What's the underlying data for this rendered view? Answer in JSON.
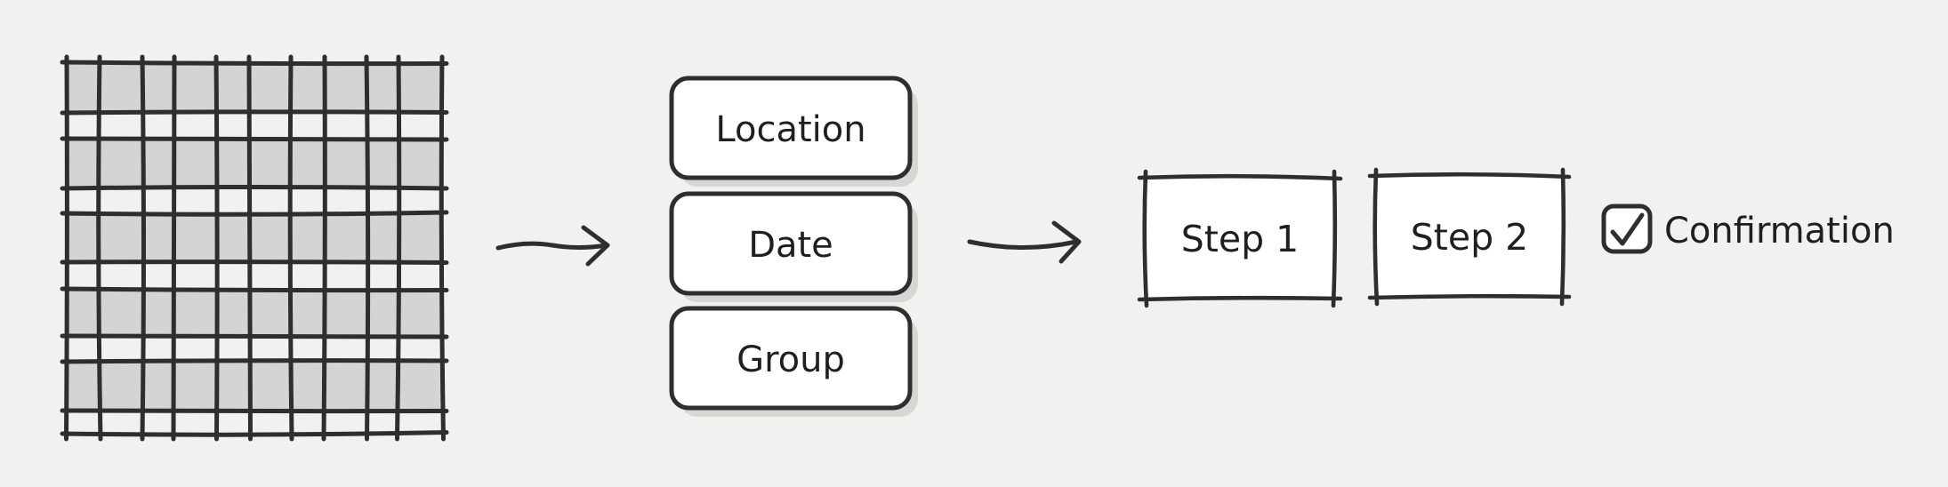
{
  "colors": {
    "background": "#f1f1ef",
    "stroke": "#2e2e2e",
    "text": "#1f1f1f",
    "grid_cell_fill": "#d4d4d4",
    "shape_fill": "#ffffff",
    "button_shadow": "#d6d6d3"
  },
  "grid_sketch": {
    "description": "hand-drawn data table with alternating shaded rows",
    "rows": 10,
    "cols": 10,
    "shading": "alternate-rows"
  },
  "field_buttons": [
    {
      "label": "Location"
    },
    {
      "label": "Date"
    },
    {
      "label": "Group"
    }
  ],
  "step_boxes": [
    {
      "label": "Step 1"
    },
    {
      "label": "Step 2"
    }
  ],
  "confirmation_checkbox": {
    "label": "Confirmation",
    "checked": true
  },
  "icons": {
    "arrow_1": "right-arrow-icon",
    "arrow_2": "right-arrow-icon",
    "checkmark": "checkmark-icon"
  }
}
